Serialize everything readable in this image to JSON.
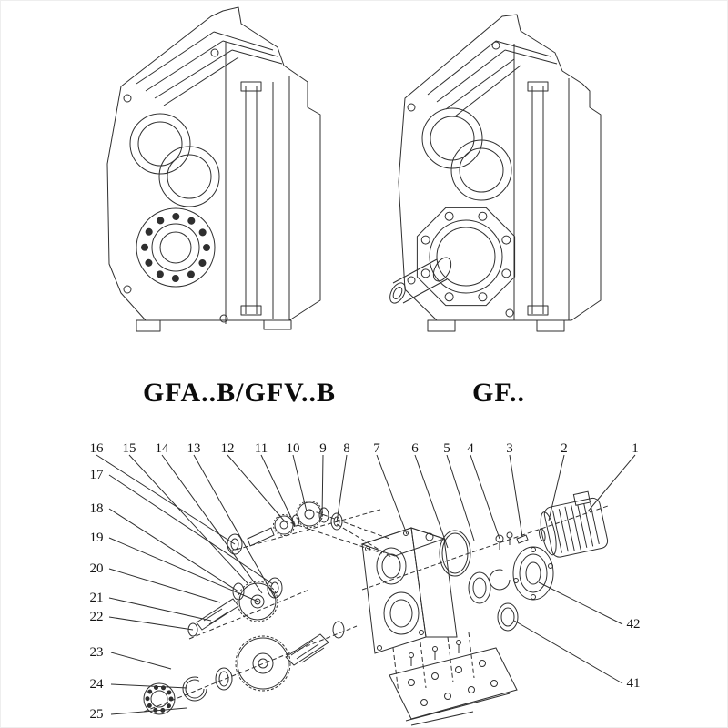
{
  "products": {
    "left_label": "GFA..B/GFV..B",
    "right_label": "GF.."
  },
  "exploded": {
    "top_numbers": [
      "16",
      "15",
      "14",
      "13",
      "12",
      "11",
      "10",
      "9",
      "8",
      "7",
      "6",
      "5",
      "4",
      "3",
      "2",
      "1"
    ],
    "left_numbers": [
      "17",
      "18",
      "19",
      "20",
      "21",
      "22",
      "23",
      "24",
      "25"
    ],
    "right_numbers": [
      "42",
      "41"
    ]
  },
  "colors": {
    "line": "#2f2f2f",
    "text": "#141414",
    "background": "#ffffff"
  }
}
